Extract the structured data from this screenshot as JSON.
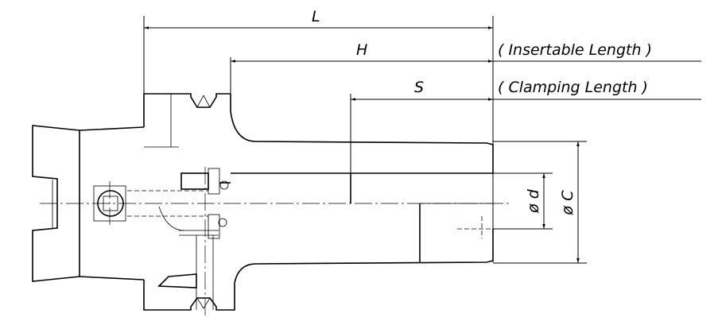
{
  "drawing": {
    "dimensions": {
      "L": "L",
      "H": "H",
      "S": "S",
      "d": "ø d",
      "C": "ø C"
    },
    "notes": {
      "insertable": "( Insertable Length )",
      "clamping": "( Clamping Length )"
    }
  }
}
